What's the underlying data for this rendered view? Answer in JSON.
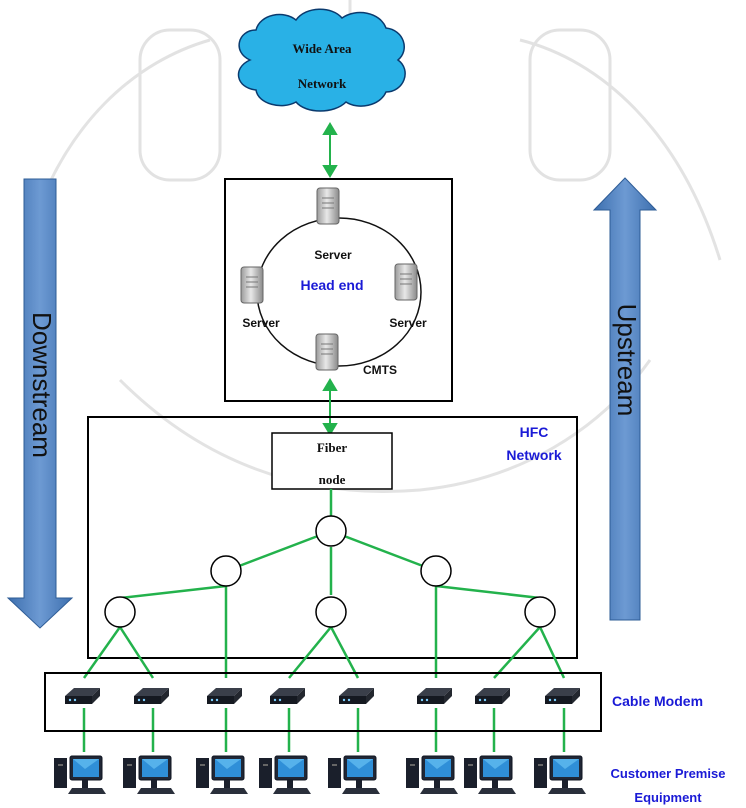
{
  "wan": {
    "line1": "Wide Area",
    "line2": "Network"
  },
  "headend": {
    "label": "Head end",
    "server_top": "Server",
    "server_left": "Server",
    "server_right": "Server",
    "cmts": "CMTS"
  },
  "hfc": {
    "line1": "HFC",
    "line2": "Network"
  },
  "fiber_node": {
    "line1": "Fiber",
    "line2": "node"
  },
  "downstream": "Downstream",
  "upstream": "Upstream",
  "cable_modem": "Cable Modem",
  "cpe": {
    "line1": "Customer Premise",
    "line2": "Equipment"
  },
  "colors": {
    "cloud": "#29b1e6",
    "link": "#23b24c",
    "arrow_blue": "#4a7dbd",
    "label_blue": "#1a1ad6",
    "watermark": "#b8b8b8"
  }
}
